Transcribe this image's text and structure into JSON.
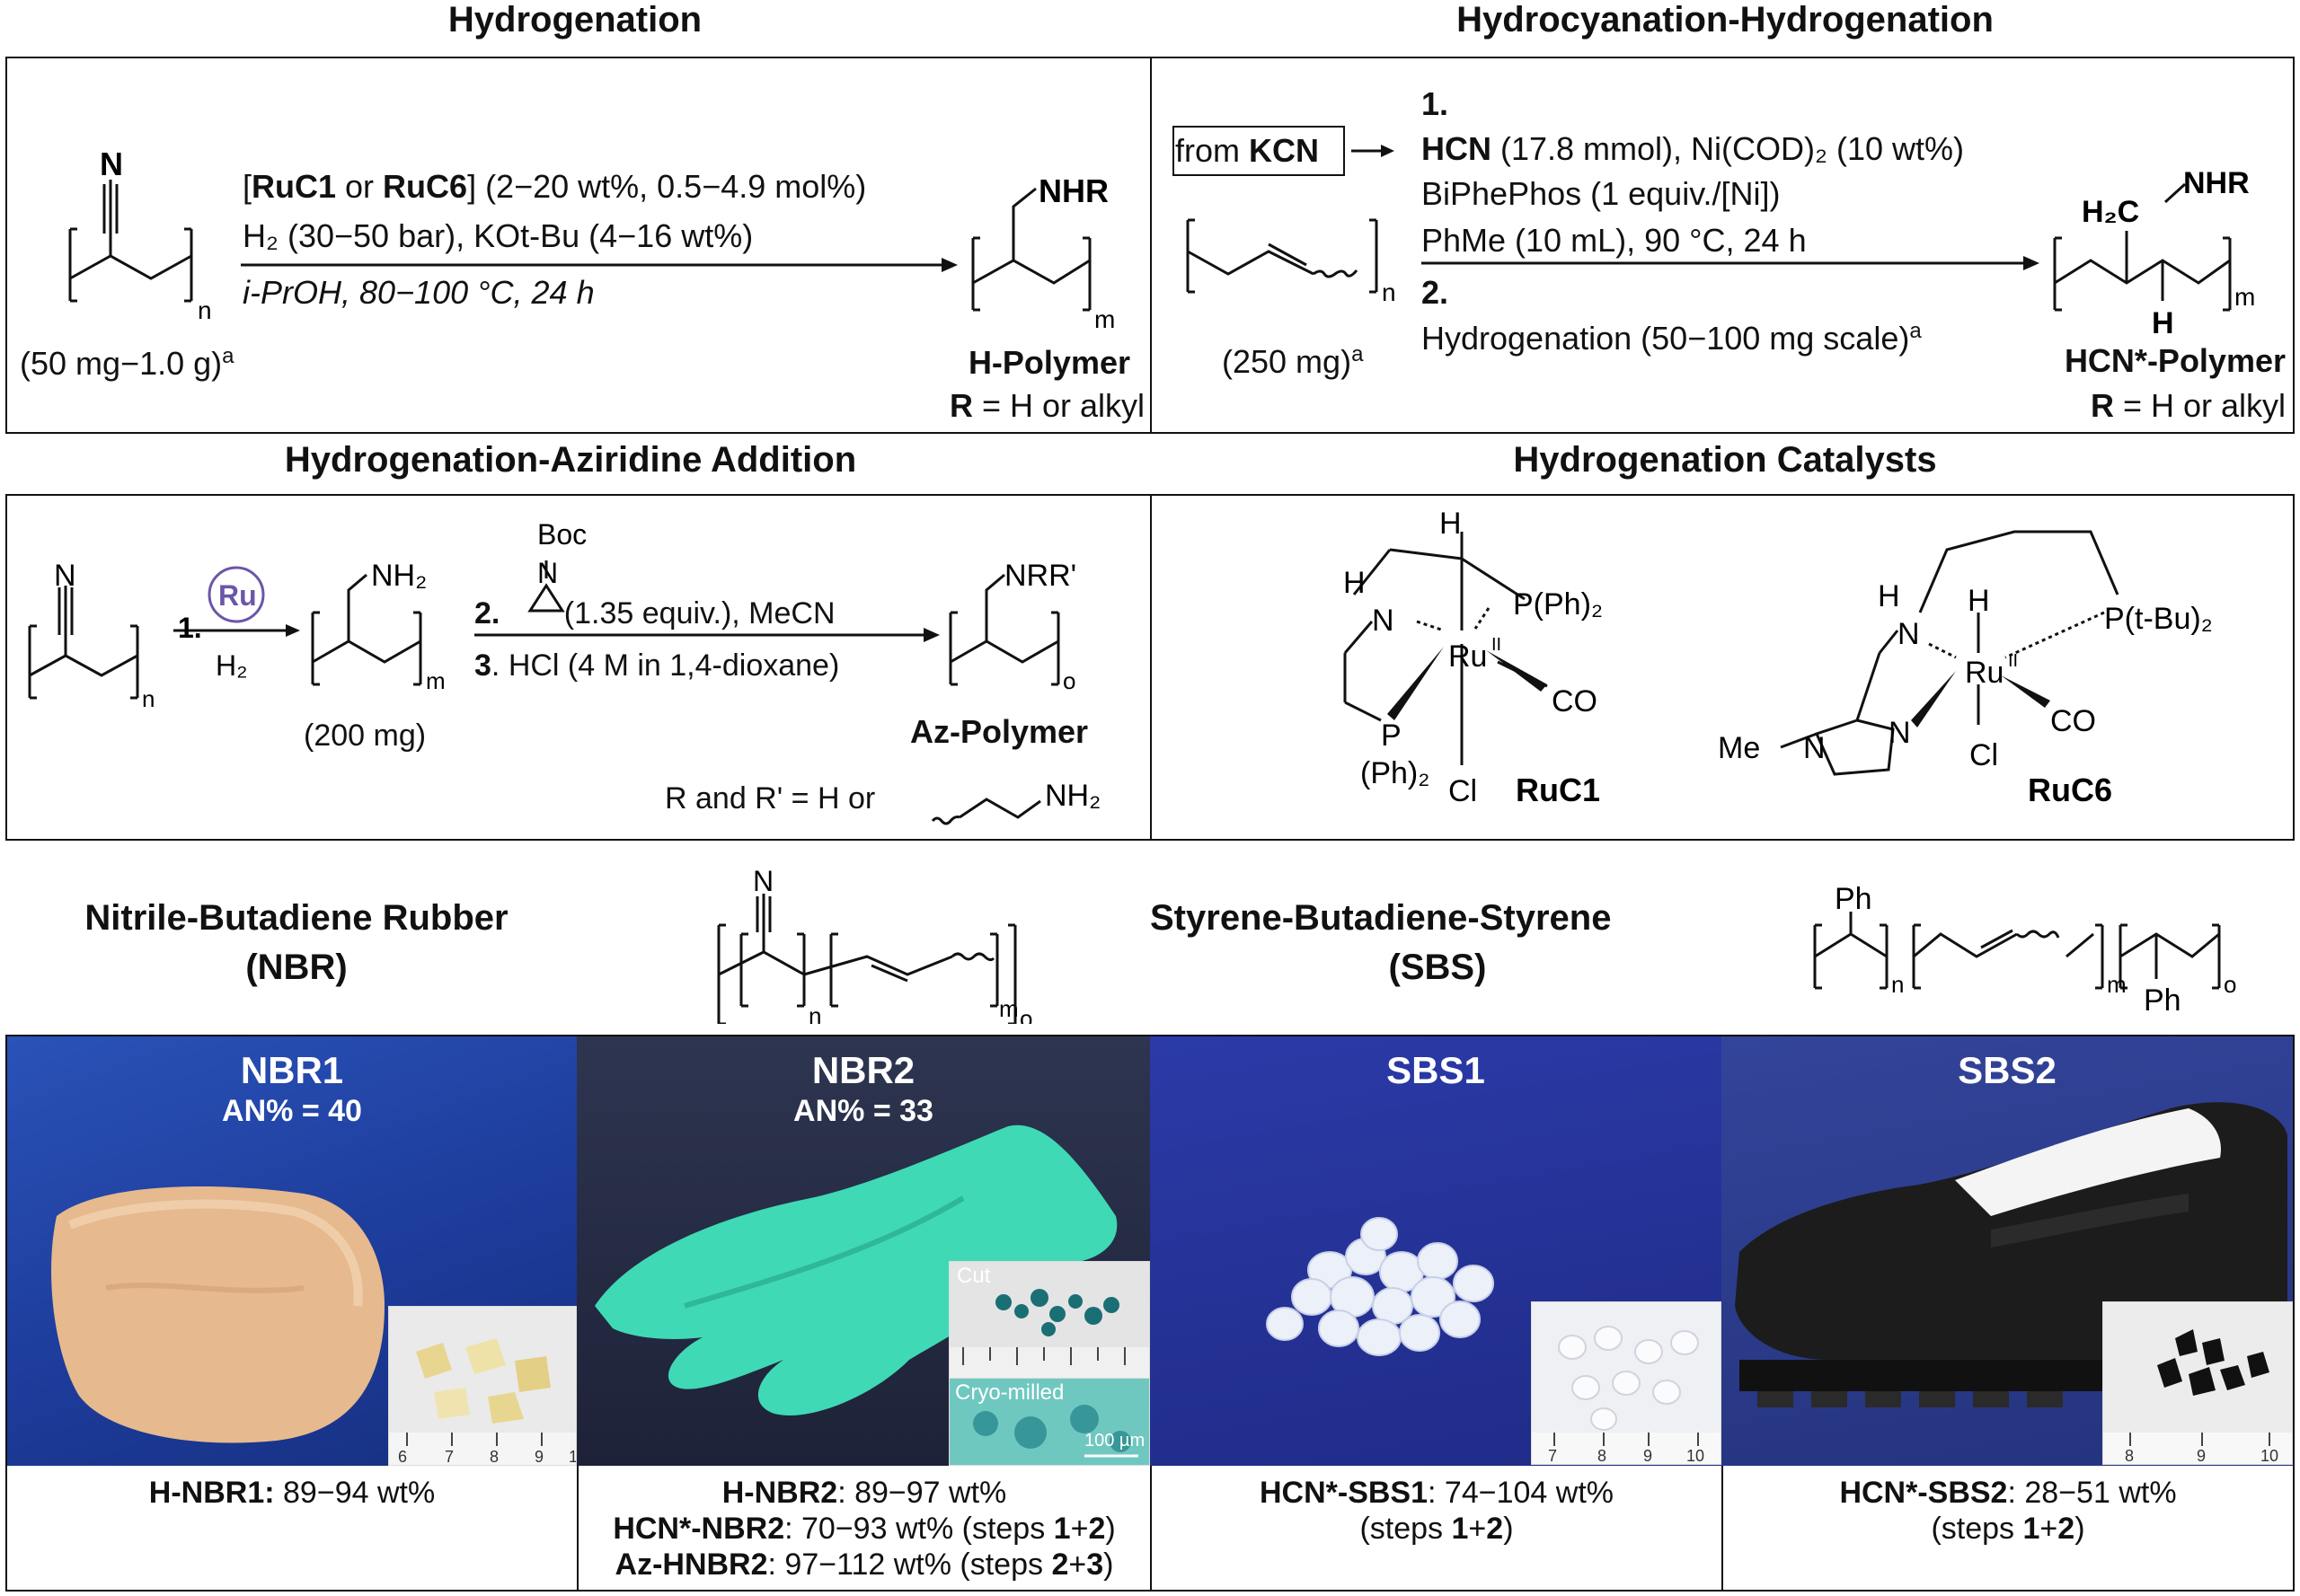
{
  "headers": {
    "hydrogenation": "Hydrogenation",
    "hydrocyanation": "Hydrocyanation-Hydrogenation",
    "aziridine": "Hydrogenation-Aziridine Addition",
    "catalysts": "Hydrogenation Catalysts"
  },
  "hydrogenation": {
    "line1_a": "[",
    "line1_b": "RuC1",
    "line1_c": " or ",
    "line1_d": "RuC6",
    "line1_e": "] (2−20 wt%, 0.5−4.9 mol%)",
    "line2": "H₂ (30−50 bar), KOt-Bu (4−16 wt%)",
    "line3": "i-PrOH, 80−100 °C, 24 h",
    "scale": "(50 mg−1.0 g)",
    "scale_sup": "a",
    "product_name": "H-Polymer",
    "r_def_bold": "R",
    "r_def": " = H or alkyl",
    "nitrogen": "N",
    "nhr": "NHR",
    "sub_n": "n",
    "sub_m": "m"
  },
  "hydrocyanation": {
    "from_label": "from ",
    "from_kcn": "KCN",
    "step1_num": "1.",
    "step1_hcn": "HCN",
    "step1_a": " (17.8 mmol), Ni(COD)₂ (10 wt%)",
    "step1_b": "BiPhePhos (1 equiv./[Ni])",
    "step1_c": "PhMe (10 mL), 90 °C, 24 h",
    "step2_num": "2.",
    "step2_a": "Hydrogenation (50−100 mg scale)",
    "step2_sup": "a",
    "scale": "(250 mg)",
    "scale_sup": "a",
    "product_name": "HCN*-Polymer",
    "r_def_bold": "R",
    "r_def": " = H or alkyl",
    "h2c": "H₂C",
    "nhr": "NHR",
    "h": "H",
    "sub_n": "n",
    "sub_m": "m"
  },
  "aziridine": {
    "step1_num": "1.",
    "ru": "Ru",
    "h2": "H₂",
    "boc": "Boc",
    "n_atom": "N",
    "step2_num": "2.",
    "step2_text": " (1.35 equiv.), MeCN",
    "step3_num": "3",
    "step3_text": ". HCl (4 M in 1,4-dioxane)",
    "scale": "(200 mg)",
    "product_name": "Az-Polymer",
    "r_def": "R and R' = H or",
    "nh2": "NH₂",
    "nrr": "NRR'",
    "nitrogen": "N",
    "sub_n": "n",
    "sub_m": "m",
    "sub_o": "o"
  },
  "catalysts": {
    "ruc1": {
      "name": "RuC1",
      "h_top": "H",
      "h_n": "H",
      "n": "N",
      "ru": "Ru",
      "ru_ox": "II",
      "p_top": "P(Ph)₂",
      "p_bot": "P",
      "ph2": "(Ph)₂",
      "co": "CO",
      "cl": "Cl"
    },
    "ruc6": {
      "name": "RuC6",
      "h_n": "H",
      "n": "N",
      "h_ru": "H",
      "ru": "Ru",
      "ru_ox": "II",
      "p_top": "P(t-Bu)₂",
      "co": "CO",
      "cl": "Cl",
      "me": "Me",
      "n_ring1": "N",
      "n_ring2": "N"
    }
  },
  "materials": {
    "nbr_title_1": "Nitrile-Butadiene Rubber",
    "nbr_title_2": "(NBR)",
    "sbs_title_1": "Styrene-Butadiene-Styrene",
    "sbs_title_2": "(SBS)",
    "nbr_struct": {
      "n": "N",
      "sub_n": "n",
      "sub_m": "m",
      "sub_o": "o"
    },
    "sbs_struct": {
      "ph1": "Ph",
      "ph2": "Ph",
      "sub_n": "n",
      "sub_m": "m",
      "sub_o": "o"
    }
  },
  "photos": [
    {
      "title": "NBR1",
      "sub": "AN% = 40",
      "bg": "#1e3f9a"
    },
    {
      "title": "NBR2",
      "sub": "AN% = 33",
      "bg": "#222840",
      "inset_cut": "Cut",
      "inset_cryo": "Cryo-milled",
      "scale_bar": "100 µm"
    },
    {
      "title": "SBS1",
      "sub": "",
      "bg": "#22309a"
    },
    {
      "title": "SBS2",
      "sub": "",
      "bg": "#2a3a8a"
    }
  ],
  "captions": {
    "c1": {
      "bold": "H-NBR1:",
      "rest": " 89−94 wt%"
    },
    "c2": {
      "l1_bold": "H-NBR2",
      "l1_rest": ": 89−97 wt%",
      "l2_bold": "HCN*-NBR2",
      "l2_rest": ": 70−93 wt% (steps ",
      "l2_s1": "1",
      "l2_plus": "+",
      "l2_s2": "2",
      "l2_end": ")",
      "l3_bold": "Az-HNBR2",
      "l3_rest": ": 97−112 wt% (steps ",
      "l3_s1": "2",
      "l3_plus": "+",
      "l3_s2": "3",
      "l3_end": ")"
    },
    "c3": {
      "bold": "HCN*-SBS1",
      "rest": ": 74−104 wt%",
      "l2_a": "(steps ",
      "l2_s1": "1",
      "l2_plus": "+",
      "l2_s2": "2",
      "l2_end": ")"
    },
    "c4": {
      "bold": "HCN*-SBS2",
      "rest": ": 28−51 wt%",
      "l2_a": "(steps ",
      "l2_s1": "1",
      "l2_plus": "+",
      "l2_s2": "2",
      "l2_end": ")"
    }
  },
  "ruler_ticks": [
    "6",
    "7",
    "8",
    "9",
    "1",
    "7",
    "8",
    "9",
    "10",
    "8",
    "9",
    "10"
  ]
}
